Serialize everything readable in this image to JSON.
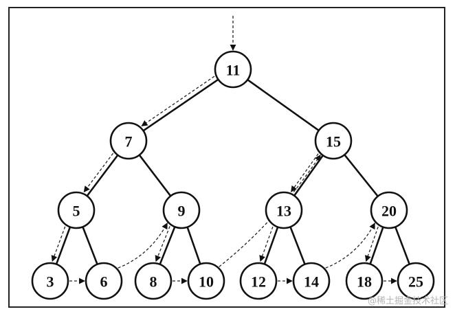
{
  "tree": {
    "nodes": [
      {
        "id": "n11",
        "label": "11"
      },
      {
        "id": "n7",
        "label": "7"
      },
      {
        "id": "n15",
        "label": "15"
      },
      {
        "id": "n5",
        "label": "5"
      },
      {
        "id": "n9",
        "label": "9"
      },
      {
        "id": "n13",
        "label": "13"
      },
      {
        "id": "n20",
        "label": "20"
      },
      {
        "id": "n3",
        "label": "3"
      },
      {
        "id": "n6",
        "label": "6"
      },
      {
        "id": "n8",
        "label": "8"
      },
      {
        "id": "n10",
        "label": "10"
      },
      {
        "id": "n12",
        "label": "12"
      },
      {
        "id": "n14",
        "label": "14"
      },
      {
        "id": "n18",
        "label": "18"
      },
      {
        "id": "n25",
        "label": "25"
      }
    ],
    "edges": [
      [
        "n11",
        "n7"
      ],
      [
        "n11",
        "n15"
      ],
      [
        "n7",
        "n5"
      ],
      [
        "n7",
        "n9"
      ],
      [
        "n15",
        "n13"
      ],
      [
        "n15",
        "n20"
      ],
      [
        "n5",
        "n3"
      ],
      [
        "n5",
        "n6"
      ],
      [
        "n9",
        "n8"
      ],
      [
        "n9",
        "n10"
      ],
      [
        "n13",
        "n12"
      ],
      [
        "n13",
        "n14"
      ],
      [
        "n20",
        "n18"
      ],
      [
        "n20",
        "n25"
      ]
    ],
    "traversal": [
      "n11",
      "n7",
      "n5",
      "n3",
      "n6",
      "n9",
      "n8",
      "n10",
      "n15",
      "n13",
      "n12",
      "n14",
      "n20",
      "n18",
      "n25"
    ]
  },
  "watermark": "@稀土掘金技术社区",
  "colors": {
    "stroke": "#111111",
    "background": "#ffffff",
    "watermark": "#b5b5b5"
  }
}
